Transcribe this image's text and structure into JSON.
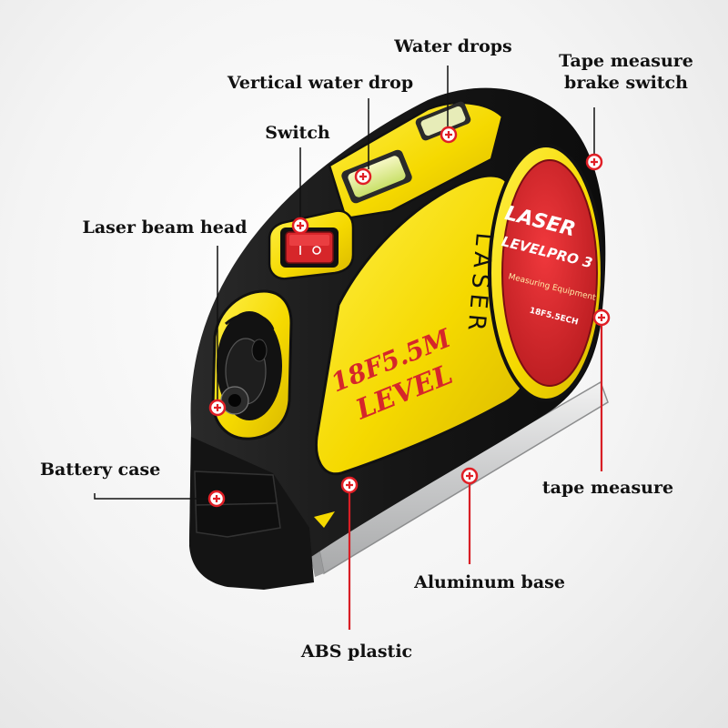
{
  "product": {
    "badge_line1": "LASER",
    "badge_line2": "LEVELPRO 3",
    "badge_line3": "Measuring Equipment",
    "badge_line4": "18F5.5ECH",
    "side_text": "LASER",
    "body_line1": "18F5.5M",
    "body_line2": "LEVEL"
  },
  "callouts": {
    "water_drops": "Water drops",
    "vertical_water_drop": "Vertical water drop",
    "tape_brake_line1": "Tape measure",
    "tape_brake_line2": "brake switch",
    "switch": "Switch",
    "laser_beam_head": "Laser beam head",
    "battery_case": "Battery case",
    "tape_measure": "tape measure",
    "aluminum_base": "Aluminum base",
    "abs_plastic": "ABS plastic"
  },
  "colors": {
    "body_black": "#1a1a1a",
    "accent_yellow": "#f5d900",
    "badge_red": "#d6262a",
    "marker_red": "#e01f26",
    "leader_line_red": "#d81e25",
    "aluminum": "#d9dadb"
  }
}
